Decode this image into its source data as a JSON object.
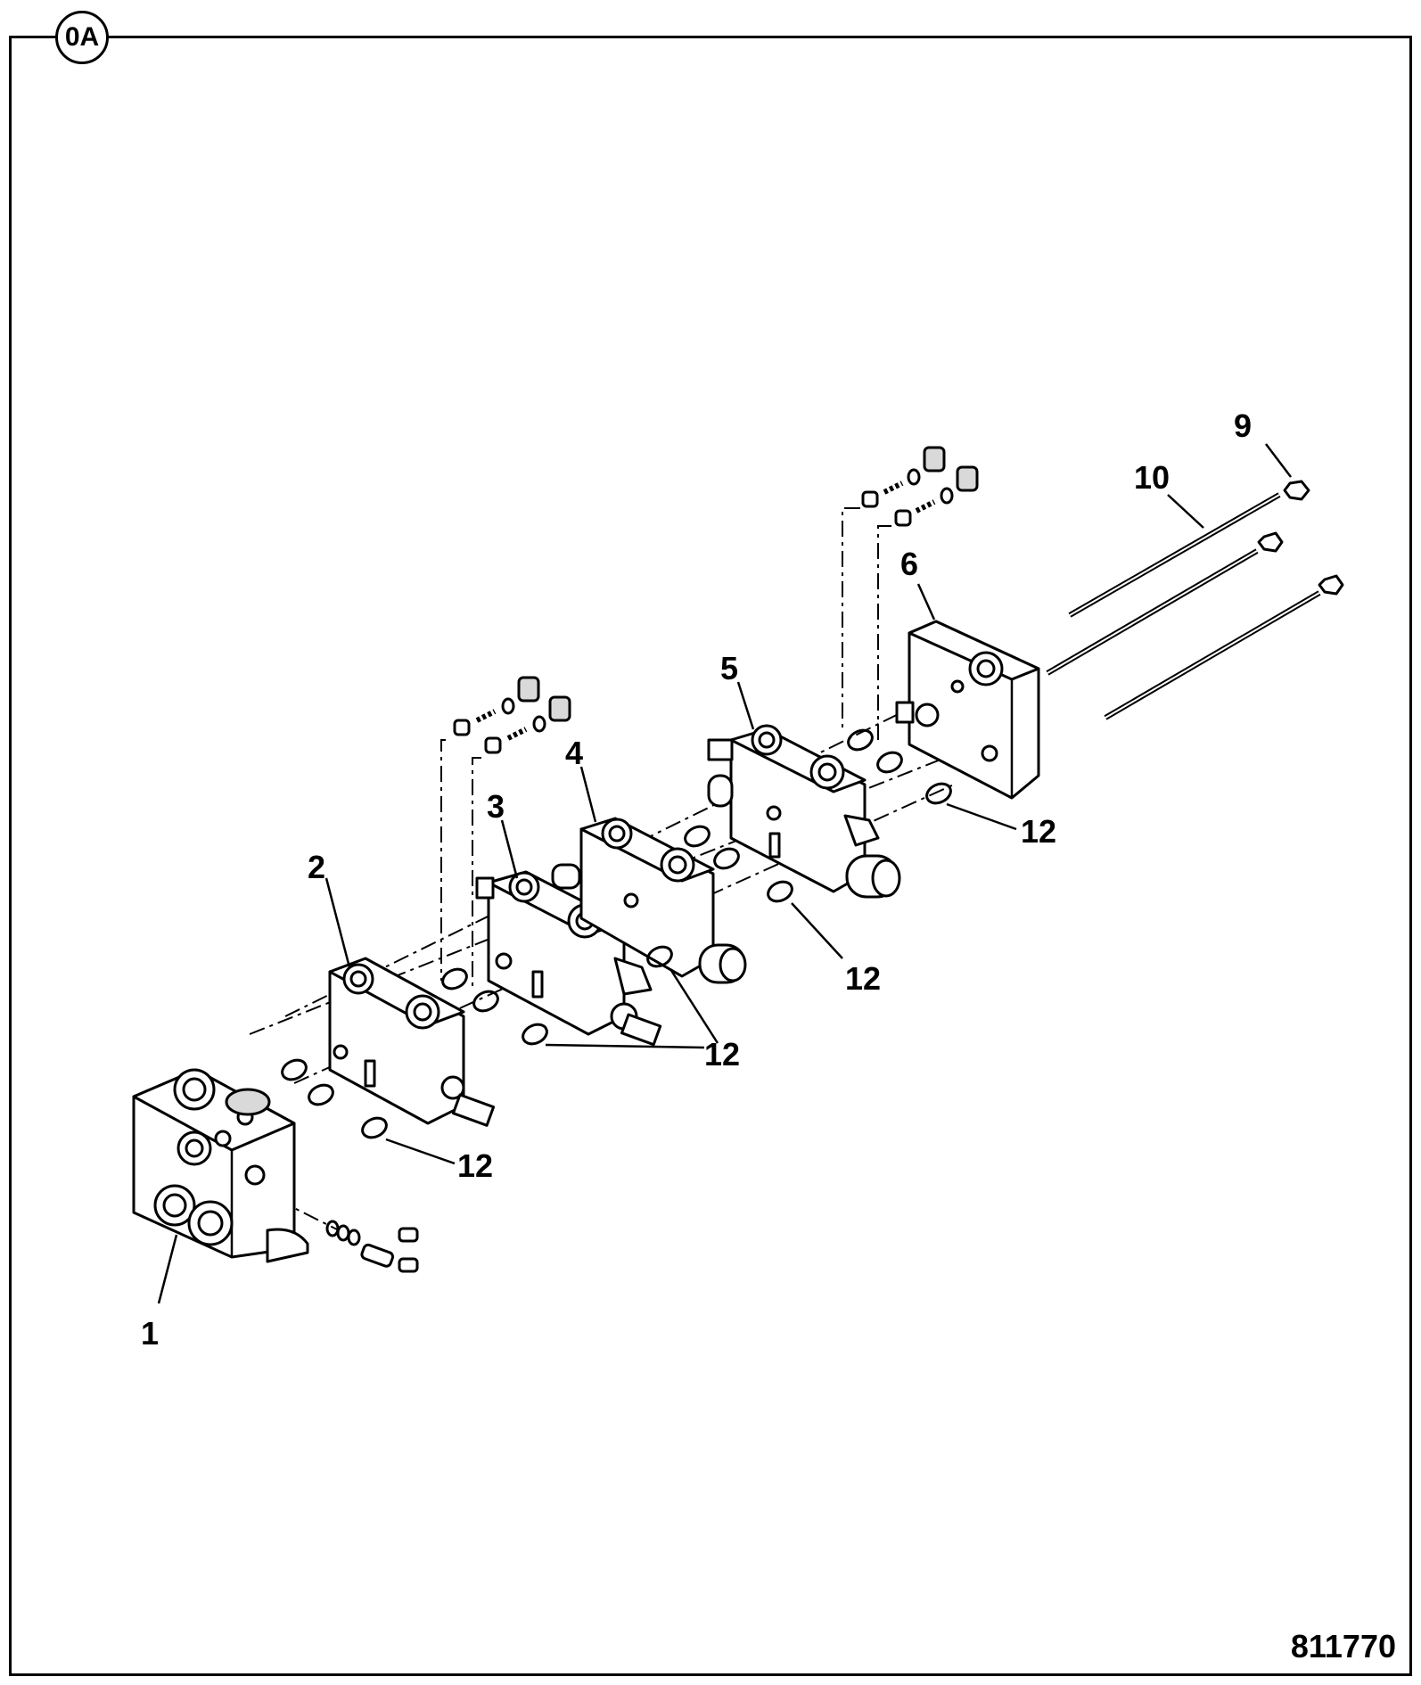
{
  "sheet_tag": "0A",
  "drawing_number": "811770",
  "callouts": {
    "c1": "1",
    "c2": "2",
    "c3": "3",
    "c4": "4",
    "c5": "5",
    "c6": "6",
    "c9": "9",
    "c10": "10",
    "c12a": "12",
    "c12b": "12",
    "c12c": "12",
    "c12d": "12"
  }
}
